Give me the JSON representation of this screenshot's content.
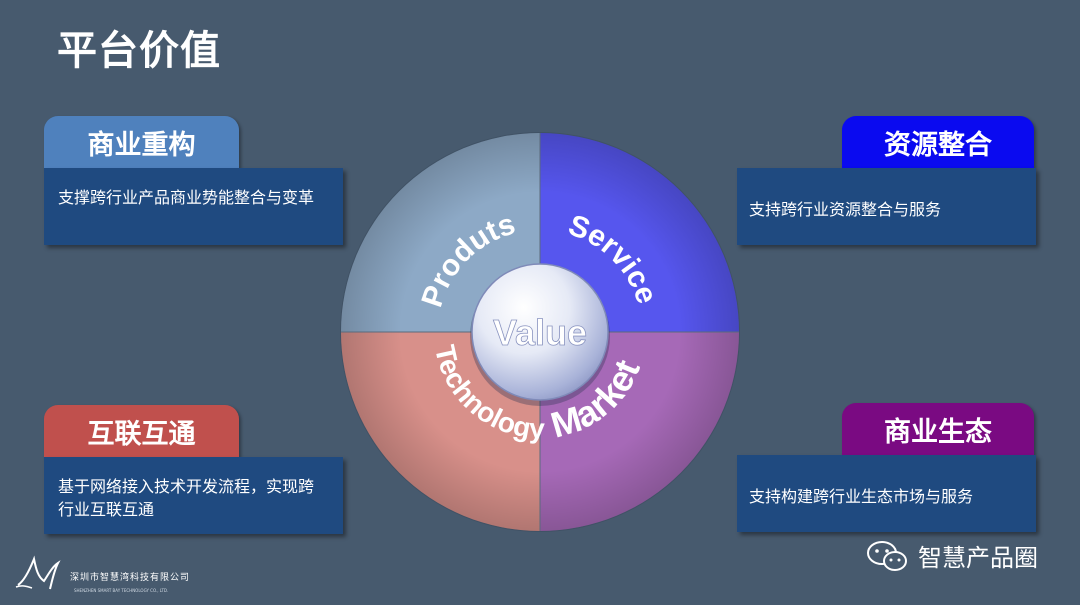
{
  "title": "平台价值",
  "panels": {
    "top_left": {
      "heading": "商业重构",
      "text": "支撑跨行业产品商业势能整合与变革",
      "color": "#4f81bd"
    },
    "top_right": {
      "heading": "资源整合",
      "text": "支持跨行业资源整合与服务",
      "color": "#0a0af0"
    },
    "bottom_left": {
      "heading": "互联互通",
      "text": "基于网络接入技术开发流程，实现跨行业互联互通",
      "color": "#c0504d"
    },
    "bottom_right": {
      "heading": "商业生态",
      "text": "支持构建跨行业生态市场与服务",
      "color": "#7a0a82"
    }
  },
  "wheel": {
    "center": "Value",
    "quadrants": [
      {
        "label": "Produts",
        "color": "#8da9c6"
      },
      {
        "label": "Service",
        "color": "#5656ee"
      },
      {
        "label": "Technology",
        "color": "#d8908a"
      },
      {
        "label": "Market",
        "color": "#a669b7"
      }
    ]
  },
  "footer": {
    "company": "深圳市智慧湾科技有限公司",
    "company_en": "SHENZHEN SMART BAY TECHNOLOGY CO., LTD.",
    "wechat_label": "智慧产品圈",
    "wechat_icon": "wechat-icon",
    "logo_icon": "bird-logo-icon"
  }
}
